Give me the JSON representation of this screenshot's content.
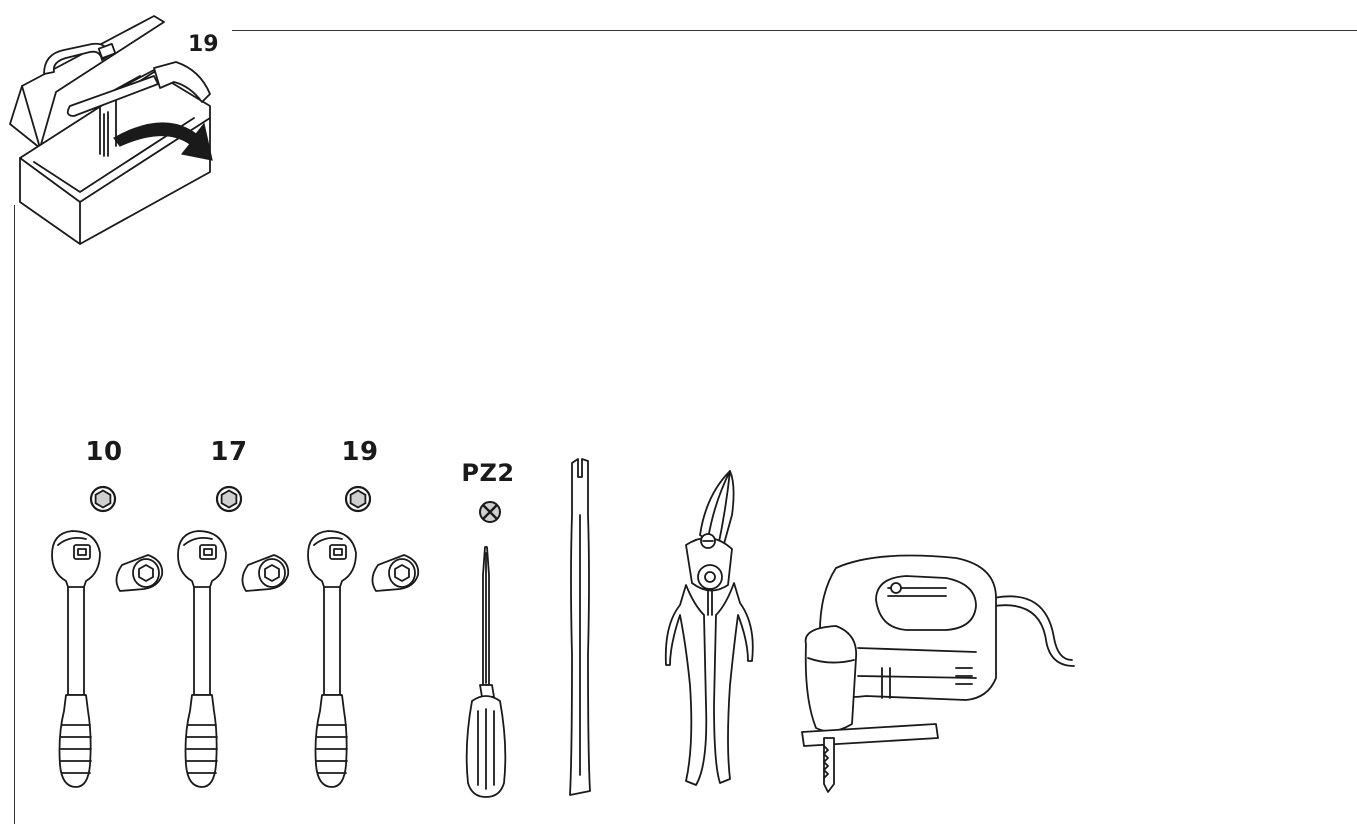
{
  "header": {
    "toolbox_number": "19"
  },
  "tools": [
    {
      "id": "ratchet-10",
      "label": "10",
      "icon": "hex-nut-icon"
    },
    {
      "id": "ratchet-17",
      "label": "17",
      "icon": "hex-nut-icon"
    },
    {
      "id": "ratchet-19",
      "label": "19",
      "icon": "hex-nut-icon"
    },
    {
      "id": "screwdriver",
      "label": "PZ2",
      "icon": "pozidriv-icon"
    },
    {
      "id": "trim-tool",
      "label": "",
      "icon": "trim-removal-tool-icon"
    },
    {
      "id": "snips",
      "label": "",
      "icon": "tin-snips-icon"
    },
    {
      "id": "jigsaw",
      "label": "",
      "icon": "jigsaw-icon"
    }
  ]
}
